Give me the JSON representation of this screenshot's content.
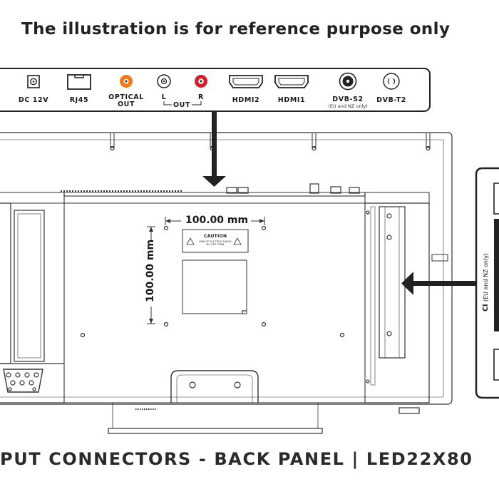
{
  "heading": "The illustration is for reference purpose only",
  "connectors": [
    {
      "label": "DC 12V",
      "icon": "dc-jack-icon"
    },
    {
      "label": "RJ45",
      "icon": "ethernet-port-icon"
    },
    {
      "label": "OPTICAL\nOUT",
      "icon": "optical-out-icon",
      "color": "#f07a1a"
    },
    {
      "label": "L",
      "icon": "audio-out-left-icon"
    },
    {
      "label": "R",
      "icon": "audio-out-right-icon",
      "color": "#d21f2a"
    },
    {
      "label": "HDMI2",
      "icon": "hdmi-port-icon"
    },
    {
      "label": "HDMI1",
      "icon": "hdmi-port-icon"
    },
    {
      "label": "DVB-S2",
      "sublabel": "(EU and NZ only)",
      "icon": "satellite-input-icon"
    },
    {
      "label": "DVB-T2",
      "icon": "antenna-input-icon"
    }
  ],
  "out_group_label": "OUT",
  "dimensions": {
    "horizontal": "100.00 mm",
    "vertical": "100.00 mm"
  },
  "caution": {
    "title": "CAUTION",
    "text": "RISK OF ELECTRIC SHOCK\nDO NOT OPEN"
  },
  "ci_slot": {
    "label": "CI",
    "sublabel": "(EU and NZ only)"
  },
  "footer": "PUT CONNECTORS - BACK PANEL | LED22X80"
}
